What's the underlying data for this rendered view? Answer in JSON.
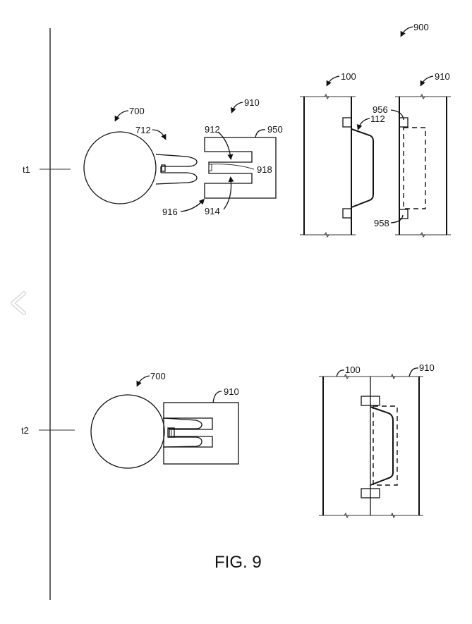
{
  "figure": {
    "caption": "FIG. 9",
    "overall_ref": "900",
    "timeline": {
      "t1_label": "t1",
      "t2_label": "t2"
    },
    "t1": {
      "plug_ref": "700",
      "prong_ref": "712",
      "receptacle_ref": "910",
      "housing_ref": "950",
      "upper_slot_ref": "912",
      "lower_slot_ref": "914",
      "opening_ref": "916",
      "contact_ref": "918",
      "side_left_ref": "100",
      "side_right_ref": "910",
      "bump_ref": "112",
      "upper_tab_ref": "956",
      "lower_tab_ref": "958"
    },
    "t2": {
      "plug_ref": "700",
      "receptacle_ref": "910",
      "side_left_ref": "100",
      "side_right_ref": "910"
    }
  },
  "nav": {
    "prev_icon": "chevron-left-icon"
  }
}
